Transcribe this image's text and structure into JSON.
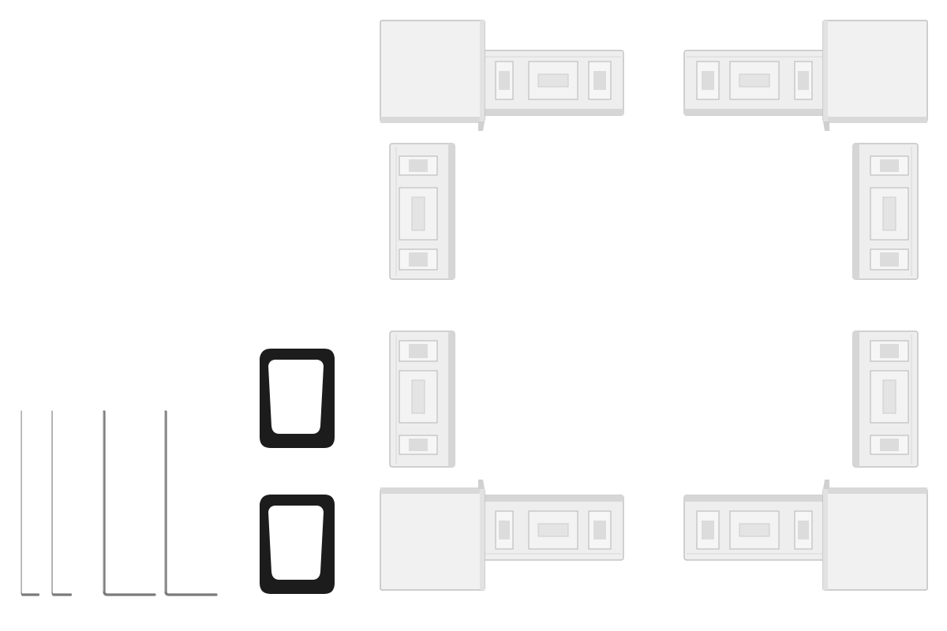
{
  "scene": {
    "background": "#ffffff",
    "colors": {
      "plastic_face": "#efefef",
      "plastic_light": "#f5f5f5",
      "plastic_shadow": "#d4d4d4",
      "plastic_edge": "#bdbdbd",
      "plastic_groove": "#c8c8c8",
      "gasket": "#1a1a1a",
      "metal": "#8a8a8a",
      "metal_dark": "#5c5c5c"
    },
    "corner_connectors": [
      {
        "name": "corner-connector-top-left",
        "orientation": "top-left"
      },
      {
        "name": "corner-connector-top-right",
        "orientation": "top-right"
      },
      {
        "name": "corner-connector-bottom-left",
        "orientation": "bottom-left"
      },
      {
        "name": "corner-connector-bottom-right",
        "orientation": "bottom-right"
      }
    ],
    "gaskets_count": 2,
    "allen_keys_count": 4
  }
}
